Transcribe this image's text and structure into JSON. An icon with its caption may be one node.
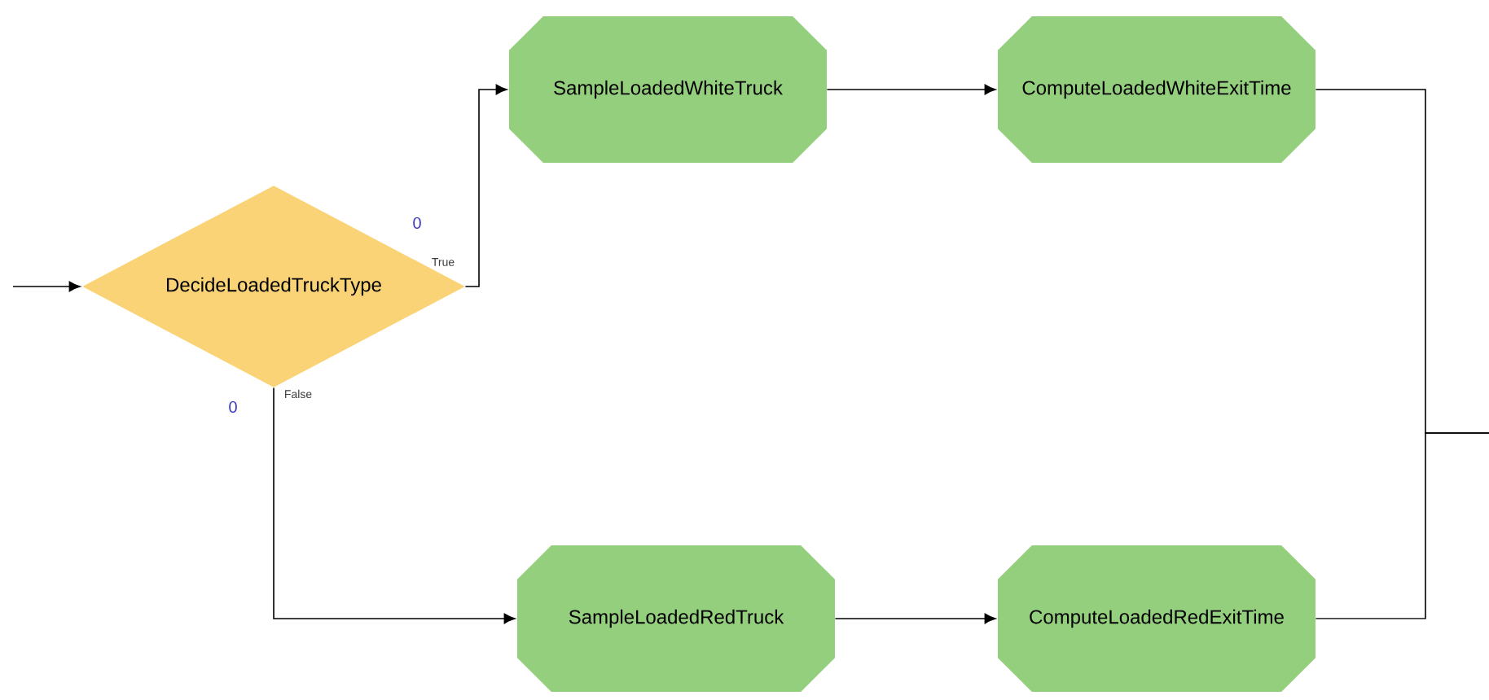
{
  "diagram": {
    "nodes": [
      {
        "text": [
          "DecideLoadedTruckType"
        ]
      },
      {
        "text": [
          "SampleLoadedWhiteTruck"
        ]
      },
      {
        "text": [
          "ComputeLoadedWhiteExitTime"
        ]
      },
      {
        "text": [
          "SampleLoadedRedTruck"
        ]
      },
      {
        "text": [
          "ComputeLoadedRedExitTime"
        ]
      }
    ],
    "edges": [
      {
        "from": null,
        "to": 0,
        "arrow": "to"
      },
      {
        "from": 0,
        "to": 1,
        "arrow": "to",
        "label": "True"
      },
      {
        "from": 0,
        "to": 3,
        "arrow": "to",
        "label": "False"
      },
      {
        "from": 1,
        "to": 2,
        "arrow": "to"
      },
      {
        "from": 3,
        "to": 4,
        "arrow": "to"
      },
      {
        "from": 2,
        "to": null,
        "arrow": "none"
      },
      {
        "from": 4,
        "to": null,
        "arrow": "none"
      }
    ],
    "labels": [
      "0",
      "0"
    ]
  }
}
